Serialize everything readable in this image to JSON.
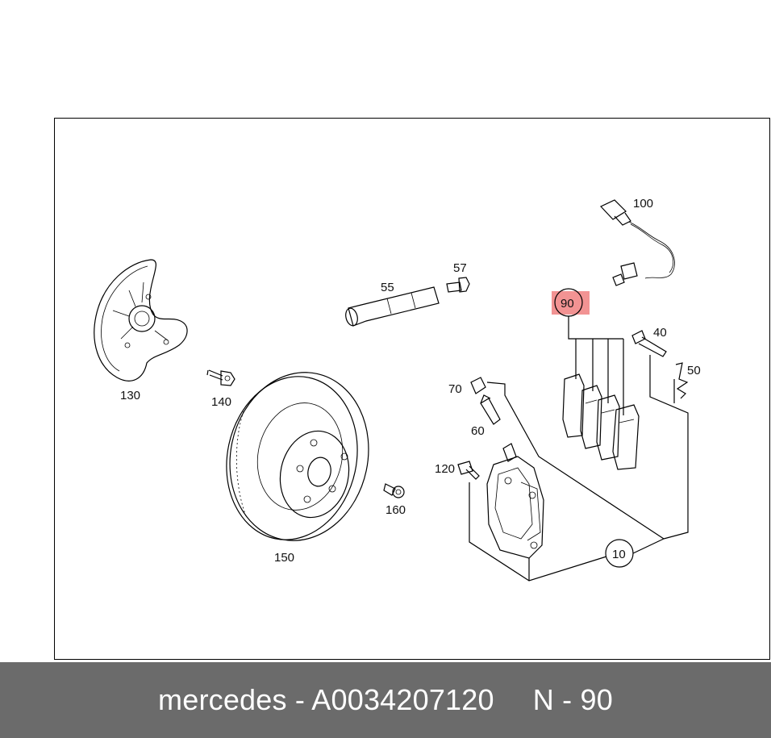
{
  "colors": {
    "footer_background": "#6b6b6b",
    "footer_text": "#ffffff",
    "highlight": "#f08080",
    "line": "#000000"
  },
  "parts": {
    "p10": "10",
    "p40": "40",
    "p50": "50",
    "p55": "55",
    "p57": "57",
    "p60": "60",
    "p70": "70",
    "p90": "90",
    "p100": "100",
    "p120": "120",
    "p130": "130",
    "p140": "140",
    "p150": "150",
    "p160": "160"
  },
  "highlighted_part": "90",
  "footer": {
    "brand_part": "mercedes - A0034207120",
    "position": "N - 90"
  }
}
